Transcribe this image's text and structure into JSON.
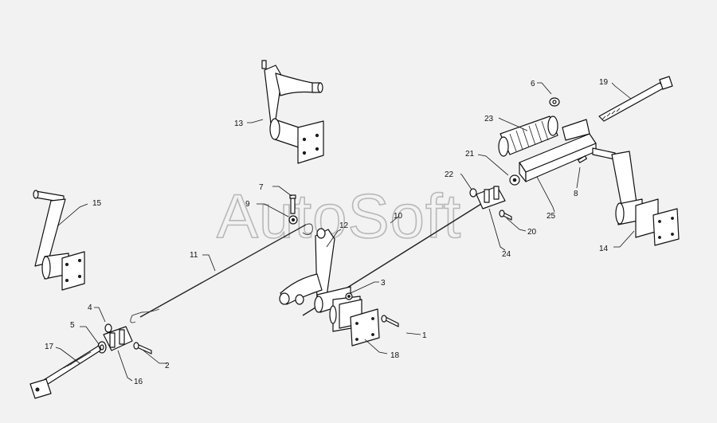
{
  "watermark": "AutoSoft",
  "callouts": [
    {
      "id": "1",
      "text": "1"
    },
    {
      "id": "2",
      "text": "2"
    },
    {
      "id": "3",
      "text": "3"
    },
    {
      "id": "4",
      "text": "4"
    },
    {
      "id": "5",
      "text": "5"
    },
    {
      "id": "6",
      "text": "6"
    },
    {
      "id": "7",
      "text": "7"
    },
    {
      "id": "8",
      "text": "8"
    },
    {
      "id": "9",
      "text": "9"
    },
    {
      "id": "10",
      "text": "10"
    },
    {
      "id": "11",
      "text": "11"
    },
    {
      "id": "12",
      "text": "12"
    },
    {
      "id": "13",
      "text": "13"
    },
    {
      "id": "14",
      "text": "14"
    },
    {
      "id": "15",
      "text": "15"
    },
    {
      "id": "16",
      "text": "16"
    },
    {
      "id": "17",
      "text": "17"
    },
    {
      "id": "18",
      "text": "18"
    },
    {
      "id": "19",
      "text": "19"
    },
    {
      "id": "20",
      "text": "20"
    },
    {
      "id": "21",
      "text": "21"
    },
    {
      "id": "22",
      "text": "22"
    },
    {
      "id": "23",
      "text": "23"
    },
    {
      "id": "24",
      "text": "24"
    },
    {
      "id": "25",
      "text": "25"
    }
  ]
}
